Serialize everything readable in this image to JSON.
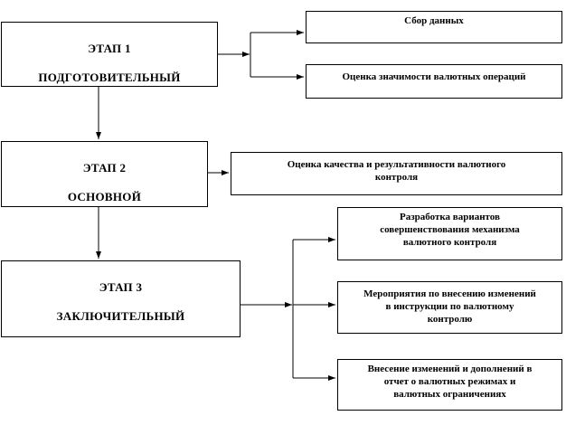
{
  "stages": {
    "stage1": {
      "title": "ЭТАП 1",
      "subtitle": "ПОДГОТОВИТЕЛЬНЫЙ"
    },
    "stage2": {
      "title": "ЭТАП 2",
      "subtitle": "ОСНОВНОЙ"
    },
    "stage3": {
      "title": "ЭТАП 3",
      "subtitle": "ЗАКЛЮЧИТЕЛЬНЫЙ"
    }
  },
  "stage1_steps": [
    "Сбор данных",
    "Оценка значимости валютных операций"
  ],
  "stage2_steps": [
    "Оценка качества и результативности валютного\nконтроля"
  ],
  "stage3_steps": [
    "Разработка вариантов\nсовершенствования механизма\nвалютного контроля",
    "Мероприятия по внесению изменений\nв инструкции по валютному\nконтролю",
    "Внесение изменений и дополнений в\nотчет о валютных режимах и\nвалютных ограничениях"
  ]
}
